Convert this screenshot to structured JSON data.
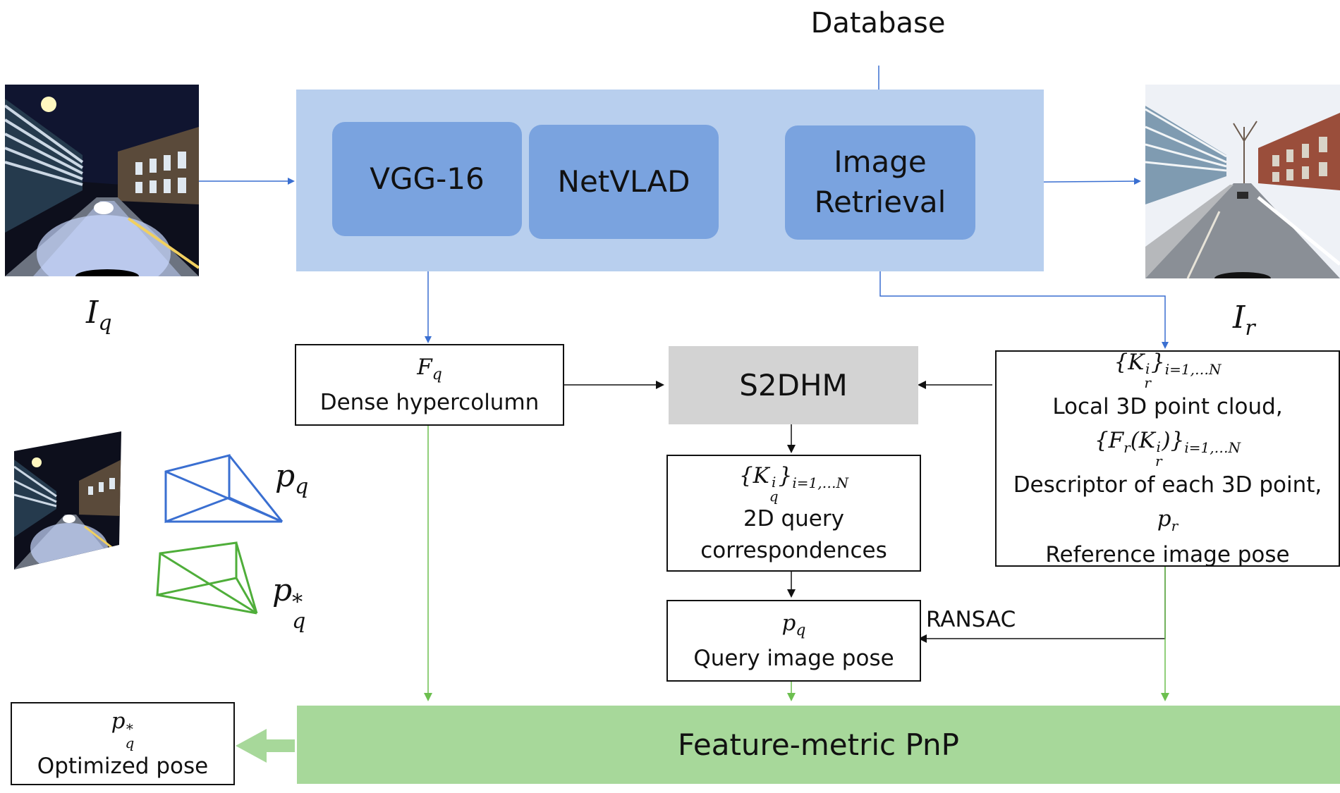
{
  "database_label": "Database",
  "nodes": {
    "vgg": "VGG-16",
    "netvlad": "NetVLAD",
    "retrieval_line1": "Image",
    "retrieval_line2": "Retrieval",
    "s2dhm": "S2DHM",
    "pnp": "Feature-metric PnP"
  },
  "symbols": {
    "iq": "I",
    "iq_sub": "q",
    "ir": "I",
    "ir_sub": "r",
    "pq": "p",
    "pq_sub": "q",
    "pq_star": "p",
    "pq_star_sub": "q",
    "pq_star_sup": "*"
  },
  "boxes": {
    "fq_symbol": "F",
    "fq_sub": "q",
    "fq_label": "Dense hypercolumn",
    "kq_symbol": "{K",
    "kq_sup": "i",
    "kq_sub": "q",
    "kq_tail": "}",
    "kq_range": "i=1,…N",
    "kq_line1": "2D query",
    "kq_line2": "correspondences",
    "pq_symbol": "p",
    "pq_sub": "q",
    "pq_label": "Query image pose",
    "ref_kr_symbol": "{K",
    "ref_kr_sup": "i",
    "ref_kr_sub": "r",
    "ref_kr_tail": "}",
    "ref_kr_range": "i=1,…N",
    "ref_line1": "Local 3D point cloud,",
    "ref_fr_symbol": "{F",
    "ref_fr_sub": "r",
    "ref_fr_mid": "(K",
    "ref_fr_sup": "i",
    "ref_fr_sub2": "r",
    "ref_fr_tail": ")}",
    "ref_fr_range": "i=1,…N",
    "ref_line2": "Descriptor of each 3D point,",
    "ref_pr_symbol": "p",
    "ref_pr_sub": "r",
    "ref_line3": "Reference image pose",
    "out_symbol": "p",
    "out_sub": "q",
    "out_sup": "*",
    "out_label": "Optimized pose"
  },
  "ransac_label": "RANSAC",
  "colors": {
    "panel": "#b8cfee",
    "node": "#7aa3df",
    "blue_arrow": "#3a6fd1",
    "green_arrow": "#6cbf4f",
    "green_bar": "#a7d89a",
    "gray_node": "#d3d3d3",
    "camera_blue": "#3a6fd1",
    "camera_green": "#4fae3a"
  },
  "icons": [
    "query-photo",
    "reference-photo",
    "warped-query-photo",
    "blue-camera-frustum-icon",
    "green-camera-frustum-icon"
  ]
}
